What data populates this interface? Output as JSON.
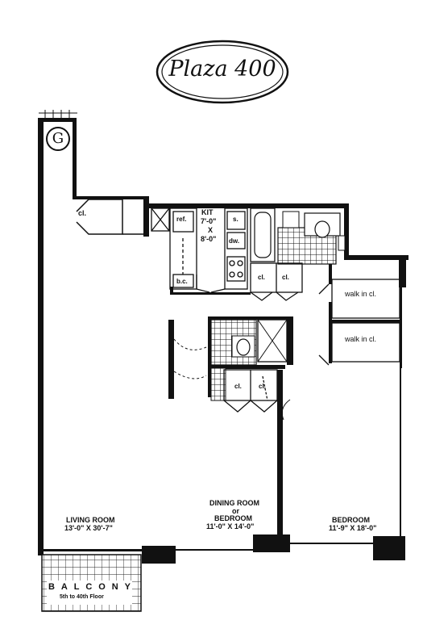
{
  "brand": {
    "logo_text": "Plaza 400"
  },
  "grade_marker": "G",
  "rooms": {
    "closet_entry": "cl.",
    "ref": "ref.",
    "kitchen_name": "KIT",
    "kitchen_dim1": "7'-0\"",
    "kitchen_x": "X",
    "kitchen_dim2": "8'-0\"",
    "stove": "s.",
    "dishwasher": "dw.",
    "broom_closet": "b.c.",
    "closet_hall_1": "cl.",
    "closet_hall_2": "cl.",
    "walk_in_1": "walk in cl.",
    "walk_in_2": "walk in cl.",
    "closet_mid_1": "cl.",
    "closet_mid_2": "cl.",
    "living_room_name": "LIVING ROOM",
    "living_room_dim": "13'-0\" X 30'-7\"",
    "dining_line1": "DINING ROOM",
    "dining_line2": "or",
    "dining_line3": "BEDROOM",
    "dining_dim": "11'-0\" X 14'-0\"",
    "bedroom_name": "BEDROOM",
    "bedroom_dim": "11'-9\" X 18'-0\"",
    "balcony_letters": [
      "B",
      "A",
      "L",
      "C",
      "O",
      "N",
      "Y"
    ],
    "balcony_floors": "5th to 40th Floor"
  }
}
